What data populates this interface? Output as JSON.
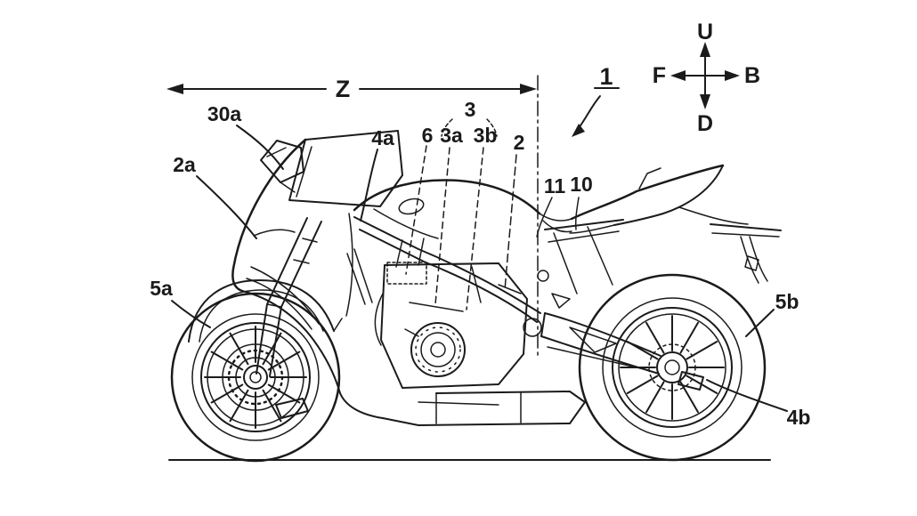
{
  "figure": {
    "kind": "patent line drawing",
    "subject": "sport motorcycle, left side view",
    "background_color": "#ffffff",
    "line_color": "#1b1b1b"
  },
  "compass": {
    "up": "U",
    "down": "D",
    "front": "F",
    "back": "B"
  },
  "labels": {
    "z_dimension": "Z",
    "fig_number": "1",
    "mirror": "30a",
    "front_suspension": "4a",
    "front_cowl": "2a",
    "front_fender": "5a",
    "group_3": "3",
    "part_6": "6",
    "part_3a": "3a",
    "part_3b": "3b",
    "part_2": "2",
    "part_11": "11",
    "part_10": "10",
    "rear_fender": "5b",
    "rear_arm": "4b"
  }
}
